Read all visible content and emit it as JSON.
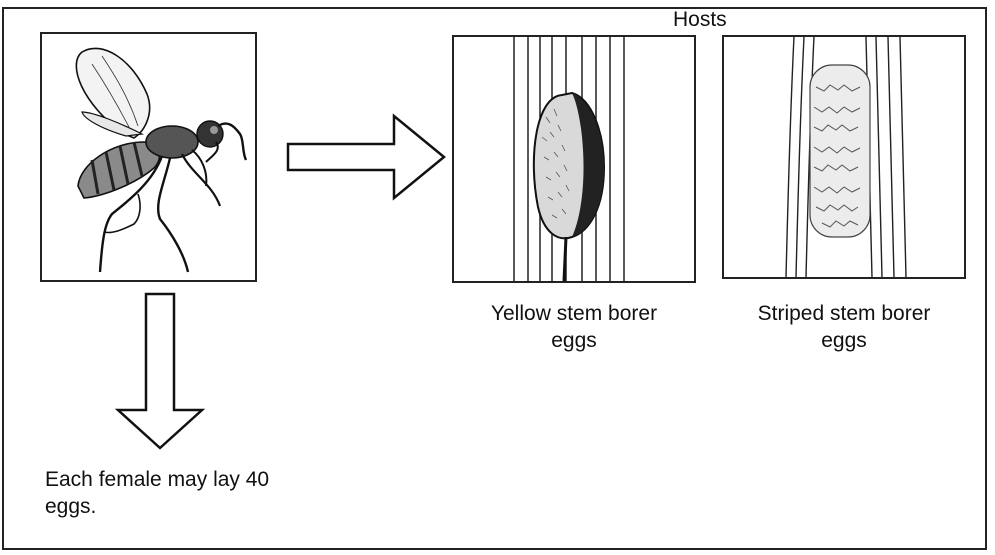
{
  "hosts_heading": "Hosts",
  "hosts": [
    {
      "label_line1": "Yellow stem borer",
      "label_line2": "eggs"
    },
    {
      "label_line1": "Striped stem borer",
      "label_line2": "eggs"
    }
  ],
  "fecundity_note_line1": "Each female may lay 40",
  "fecundity_note_line2": "eggs.",
  "icons": {
    "parasitoid": "wasp-icon",
    "right_arrow": "arrow-right-icon",
    "down_arrow": "arrow-down-icon"
  }
}
